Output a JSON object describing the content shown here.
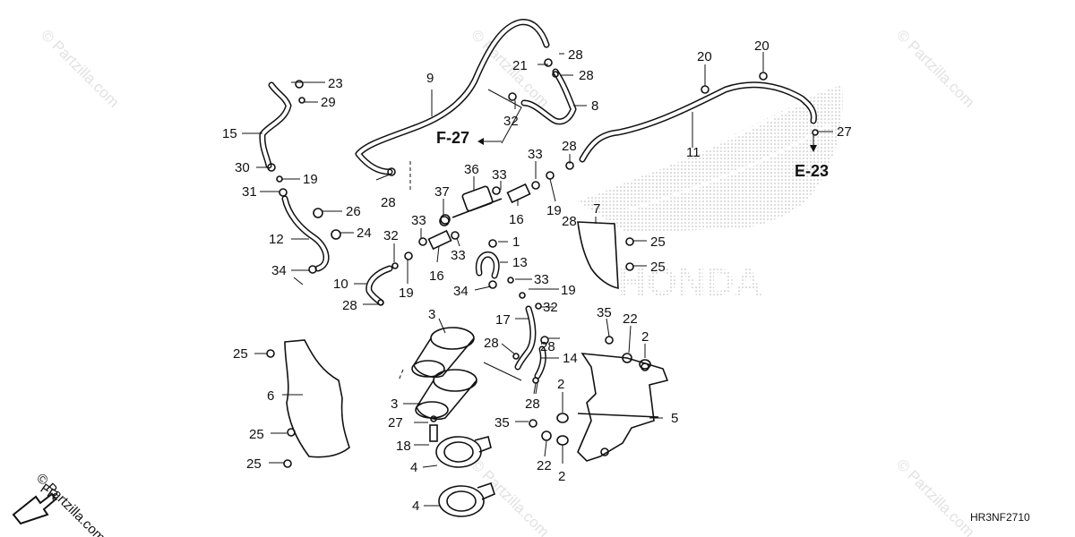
{
  "diagram": {
    "code": "HR3NF2710",
    "watermark": "© Partzilla.com",
    "logo_text": "HONDA",
    "fr_label": "FR",
    "refs": [
      {
        "id": "ref-e23",
        "text": "E-23"
      },
      {
        "id": "ref-f27",
        "text": "F-27"
      }
    ],
    "callouts": [
      {
        "id": "c23",
        "text": "23"
      },
      {
        "id": "c29",
        "text": "29"
      },
      {
        "id": "c15",
        "text": "15"
      },
      {
        "id": "c30",
        "text": "30"
      },
      {
        "id": "c19a",
        "text": "19"
      },
      {
        "id": "c31",
        "text": "31"
      },
      {
        "id": "c26",
        "text": "26"
      },
      {
        "id": "c12",
        "text": "12"
      },
      {
        "id": "c24",
        "text": "24"
      },
      {
        "id": "c34a",
        "text": "34"
      },
      {
        "id": "c9",
        "text": "9"
      },
      {
        "id": "c28a",
        "text": "28"
      },
      {
        "id": "c21",
        "text": "21"
      },
      {
        "id": "c28b",
        "text": "28"
      },
      {
        "id": "c28c",
        "text": "28"
      },
      {
        "id": "c8",
        "text": "8"
      },
      {
        "id": "c32a",
        "text": "32"
      },
      {
        "id": "c20a",
        "text": "20"
      },
      {
        "id": "c20b",
        "text": "20"
      },
      {
        "id": "c27a",
        "text": "27"
      },
      {
        "id": "c11",
        "text": "11"
      },
      {
        "id": "c28d",
        "text": "28"
      },
      {
        "id": "c33a",
        "text": "33"
      },
      {
        "id": "c36",
        "text": "36"
      },
      {
        "id": "c33b",
        "text": "33"
      },
      {
        "id": "c37",
        "text": "37"
      },
      {
        "id": "c16a",
        "text": "16"
      },
      {
        "id": "c19b",
        "text": "19"
      },
      {
        "id": "c28e",
        "text": "28"
      },
      {
        "id": "c33c",
        "text": "33"
      },
      {
        "id": "c32b",
        "text": "32"
      },
      {
        "id": "c16b",
        "text": "16"
      },
      {
        "id": "c33d",
        "text": "33"
      },
      {
        "id": "c1",
        "text": "1"
      },
      {
        "id": "c13",
        "text": "13"
      },
      {
        "id": "c7",
        "text": "7"
      },
      {
        "id": "c25a",
        "text": "25"
      },
      {
        "id": "c25b",
        "text": "25"
      },
      {
        "id": "c10",
        "text": "10"
      },
      {
        "id": "c19c",
        "text": "19"
      },
      {
        "id": "c34b",
        "text": "34"
      },
      {
        "id": "c33e",
        "text": "33"
      },
      {
        "id": "c19d",
        "text": "19"
      },
      {
        "id": "c28f",
        "text": "28"
      },
      {
        "id": "c3a",
        "text": "3"
      },
      {
        "id": "c17",
        "text": "17"
      },
      {
        "id": "c32c",
        "text": "32"
      },
      {
        "id": "c28g",
        "text": "28"
      },
      {
        "id": "c35a",
        "text": "35"
      },
      {
        "id": "c22a",
        "text": "22"
      },
      {
        "id": "c2a",
        "text": "2"
      },
      {
        "id": "c28h",
        "text": "28"
      },
      {
        "id": "c14",
        "text": "14"
      },
      {
        "id": "c25c",
        "text": "25"
      },
      {
        "id": "c6",
        "text": "6"
      },
      {
        "id": "c3b",
        "text": "3"
      },
      {
        "id": "c28i",
        "text": "28"
      },
      {
        "id": "c2b",
        "text": "2"
      },
      {
        "id": "c27b",
        "text": "27"
      },
      {
        "id": "c35b",
        "text": "35"
      },
      {
        "id": "c5",
        "text": "5"
      },
      {
        "id": "c25d",
        "text": "25"
      },
      {
        "id": "c18",
        "text": "18"
      },
      {
        "id": "c25e",
        "text": "25"
      },
      {
        "id": "c4a",
        "text": "4"
      },
      {
        "id": "c22b",
        "text": "22"
      },
      {
        "id": "c2c",
        "text": "2"
      },
      {
        "id": "c4b",
        "text": "4"
      }
    ]
  }
}
